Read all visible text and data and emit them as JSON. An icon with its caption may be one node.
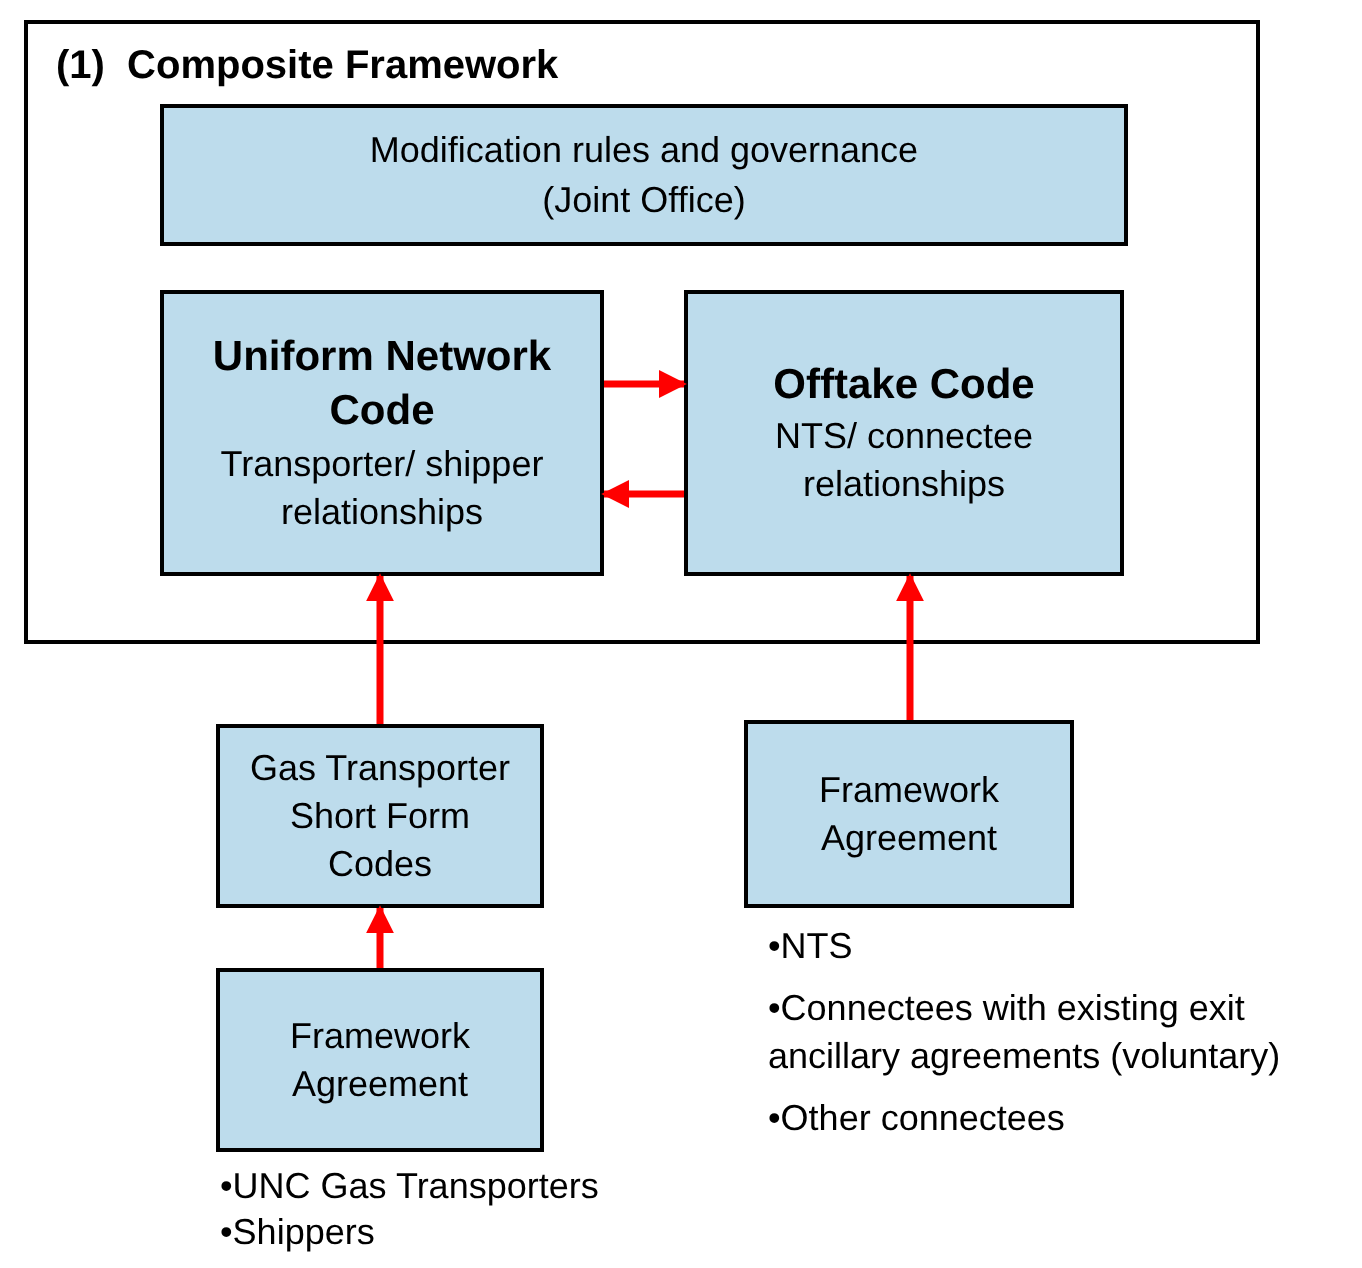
{
  "diagram": {
    "nodes": [
      {
        "text": [
          "(1)  Composite Framework"
        ]
      },
      {
        "text": [
          "Modification rules and governance (Joint Office)"
        ],
        "in": 0
      },
      {
        "text": [
          "Uniform Network Code",
          "Transporter/ shipper relationships"
        ],
        "in": 0
      },
      {
        "text": [
          "Offtake Code",
          "NTS/ connectee relationships"
        ],
        "in": 0
      },
      {
        "text": [
          "Gas Transporter Short Form Codes"
        ]
      },
      {
        "text": [
          "Framework Agreement"
        ],
        "beside": [
          "•NTS",
          "•Connectees with existing exit ancillary agreements (voluntary)",
          "•Other connectees"
        ]
      },
      {
        "text": [
          "Framework Agreement"
        ],
        "beside": [
          "•UNC Gas Transporters",
          "•Shippers"
        ]
      }
    ],
    "edges": [
      {
        "from": 2,
        "to": 3,
        "arrow": "to"
      },
      {
        "from": 3,
        "to": 2,
        "arrow": "to"
      },
      {
        "from": 4,
        "to": 2,
        "arrow": "to"
      },
      {
        "from": 5,
        "to": 3,
        "arrow": "to"
      },
      {
        "from": 6,
        "to": 4,
        "arrow": "to"
      }
    ]
  }
}
